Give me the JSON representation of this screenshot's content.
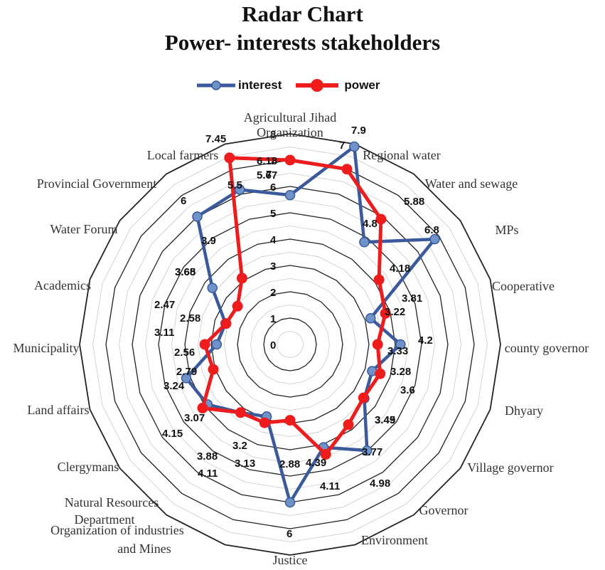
{
  "chart_data": {
    "type": "radar",
    "title": "Radar Chart",
    "subtitle": "Power- interests stakeholders",
    "rlim": [
      0,
      8
    ],
    "ticks": [
      "0",
      "1",
      "2",
      "3",
      "4",
      "5",
      "6",
      "7",
      "8"
    ],
    "legend_position": "top",
    "categories": [
      "Agricultural Jihad Organization",
      "Regional water",
      "Water and sewage",
      "MPs",
      "Cooperative",
      "county governor",
      "Dhyary",
      "Village governor",
      "Governor",
      "Environment",
      "Justice",
      "Organization of industries and Mines",
      "Natural Resources Department",
      "Clergymans",
      "Land affairs",
      "Municipality",
      "Academics",
      "Water Forum",
      "Provincial Government",
      "Local farmers"
    ],
    "series": [
      {
        "name": "interest",
        "color": "#3a5a9b",
        "values": [
          5.67,
          7.9,
          4.8,
          6.8,
          3.22,
          4.2,
          3.28,
          3.49,
          4.98,
          4.11,
          6,
          2.88,
          3.2,
          3.88,
          4.15,
          2.79,
          2.58,
          3.65,
          6,
          6.18
        ]
      },
      {
        "name": "power",
        "color": "#ee1c1c",
        "values": [
          7,
          7,
          5.88,
          4.18,
          3.81,
          3.33,
          3.6,
          3.45,
          3.77,
          4.39,
          2.88,
          3.13,
          3.2,
          4.11,
          3.07,
          3.24,
          2.56,
          2.47,
          3.11,
          7.45
        ]
      }
    ],
    "data_labels": [
      {
        "text": "7.45"
      },
      {
        "text": "7.9"
      },
      {
        "text": "7"
      },
      {
        "text": "6.18"
      },
      {
        "text": "5.67"
      },
      {
        "text": "7"
      },
      {
        "text": "5.5"
      },
      {
        "text": "6"
      },
      {
        "text": "5.88"
      },
      {
        "text": "4.8"
      },
      {
        "text": "6.8"
      },
      {
        "text": "3.9"
      },
      {
        "text": "3.68"
      },
      {
        "text": "3.65"
      },
      {
        "text": "4.18"
      },
      {
        "text": "3.81"
      },
      {
        "text": "3.22"
      },
      {
        "text": "2.47"
      },
      {
        "text": "2.58"
      },
      {
        "text": "3.11"
      },
      {
        "text": "4.2"
      },
      {
        "text": "3.33"
      },
      {
        "text": "2.56"
      },
      {
        "text": "3.28"
      },
      {
        "text": "2.79"
      },
      {
        "text": "3.24"
      },
      {
        "text": "3.6"
      },
      {
        "text": "3.07"
      },
      {
        "text": "3.49"
      },
      {
        "text": "3.45"
      },
      {
        "text": "4.15"
      },
      {
        "text": "3.2"
      },
      {
        "text": "3.77"
      },
      {
        "text": "3.88"
      },
      {
        "text": "3.13"
      },
      {
        "text": "2.88"
      },
      {
        "text": "4.39"
      },
      {
        "text": "4.11"
      },
      {
        "text": "4.11"
      },
      {
        "text": "4.98"
      },
      {
        "text": "6"
      }
    ]
  }
}
